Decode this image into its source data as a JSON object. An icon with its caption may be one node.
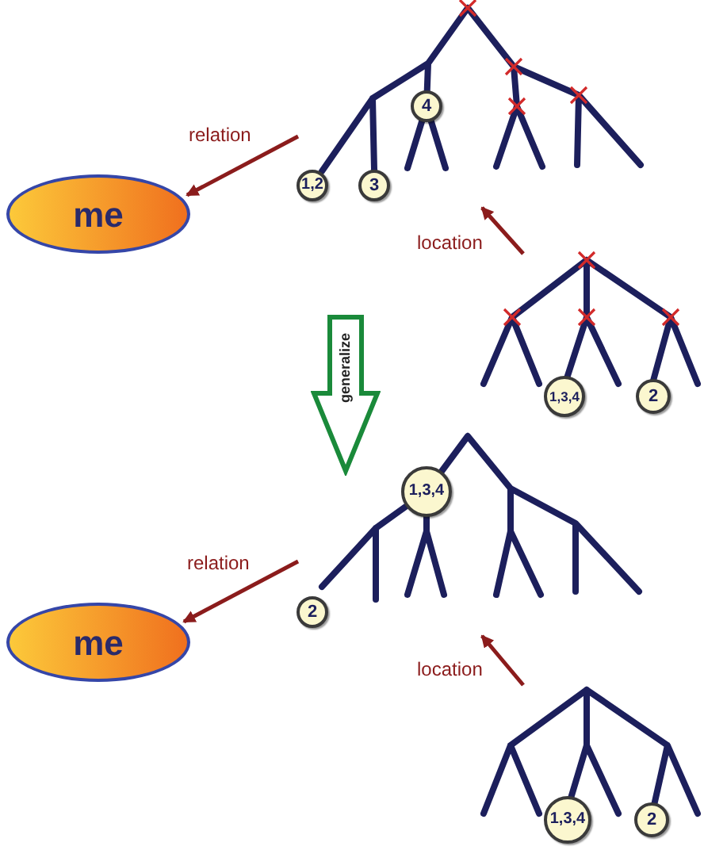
{
  "diagram": {
    "nodes": [
      {
        "text": [],
        "shape": "tree"
      },
      {
        "text": [
          "4"
        ],
        "in": 0
      },
      {
        "text": [
          "1,2"
        ],
        "in": 0
      },
      {
        "text": [
          "3"
        ],
        "in": 0
      },
      {
        "text": [
          "me"
        ]
      },
      {
        "text": [],
        "shape": "tree"
      },
      {
        "text": [
          "1,3,4"
        ],
        "in": 5
      },
      {
        "text": [
          "2"
        ],
        "in": 5
      },
      {
        "text": [
          "generalize"
        ]
      },
      {
        "text": [],
        "shape": "tree"
      },
      {
        "text": [
          "1,3,4"
        ],
        "in": 9
      },
      {
        "text": [
          "2"
        ],
        "in": 9
      },
      {
        "text": [
          "me"
        ]
      },
      {
        "text": [],
        "shape": "tree"
      },
      {
        "text": [
          "1,3,4"
        ],
        "in": 13
      },
      {
        "text": [
          "2"
        ],
        "in": 13
      }
    ],
    "edges": [
      {
        "from": 0,
        "to": 4,
        "arrow": "to",
        "label": "relation"
      },
      {
        "from": 5,
        "to": 0,
        "arrow": "to",
        "label": "location"
      },
      {
        "from": 9,
        "to": 12,
        "arrow": "to",
        "label": "relation"
      },
      {
        "from": 13,
        "to": 9,
        "arrow": "to",
        "label": "location"
      }
    ]
  }
}
